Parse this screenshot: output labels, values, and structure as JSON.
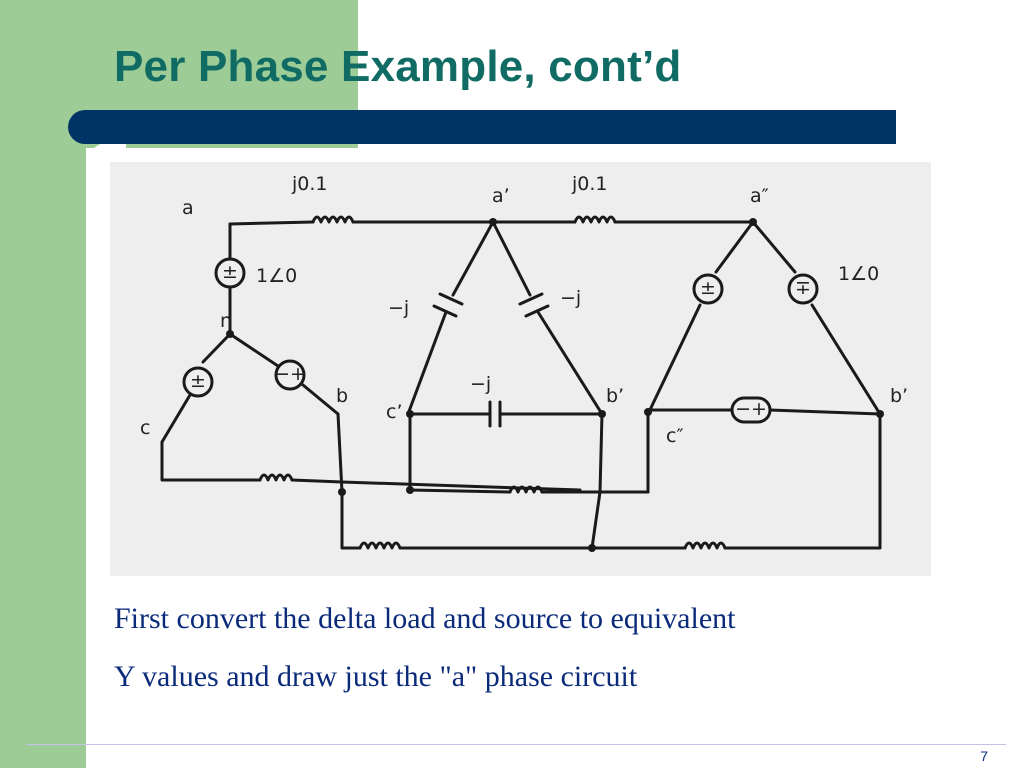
{
  "slide": {
    "title": "Per Phase Example, cont’d",
    "page_number": "7"
  },
  "caption": {
    "line1": "First convert the delta load and source to equivalent",
    "line2": "Y values and draw just the \"a\" phase circuit"
  },
  "diagram": {
    "labels": {
      "node_a": "a",
      "node_n": "n",
      "node_b": "b",
      "node_c": "c",
      "node_a1": "a’",
      "node_b1": "b’",
      "node_c1": "c’",
      "node_a2": "a″",
      "node_b2": "b’",
      "node_c2": "c″",
      "line_impedance_1": "j0.1",
      "line_impedance_2": "j0.1",
      "source_value_wye": "1∠0",
      "source_value_delta": "1∠0",
      "cap_left": "−j",
      "cap_right": "−j",
      "cap_bottom": "−j"
    }
  }
}
